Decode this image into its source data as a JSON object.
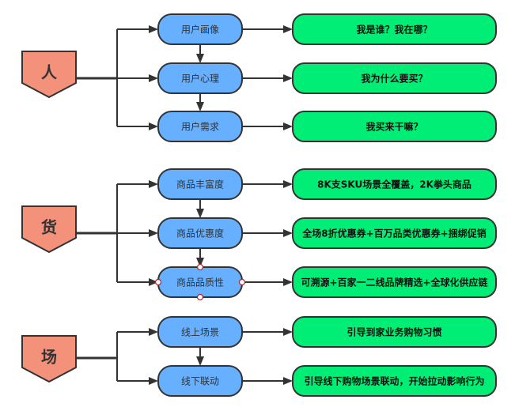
{
  "colors": {
    "category_fill": "#f4917a",
    "middle_fill": "#66b0ff",
    "result_fill": "#00ee76",
    "stroke": "#333333",
    "selection_handle": "#b22222"
  },
  "groups": [
    {
      "category": "人",
      "items": [
        {
          "label": "用户画像",
          "result": "我是谁？我在哪？"
        },
        {
          "label": "用户心理",
          "result": "我为什么要买？"
        },
        {
          "label": "用户需求",
          "result": "我买来干嘛？"
        }
      ]
    },
    {
      "category": "货",
      "items": [
        {
          "label": "商品丰富度",
          "result": "8K支SKU场景全覆盖，2K拳头商品"
        },
        {
          "label": "商品优惠度",
          "result": "全场8折优惠券+百万品类优惠券+捆绑促销"
        },
        {
          "label": "商品品质性",
          "result": "可溯源+百家一二线品牌精选+全球化供应链",
          "selected": true
        }
      ]
    },
    {
      "category": "场",
      "items": [
        {
          "label": "线上场景",
          "result": "引导到家业务购物习惯"
        },
        {
          "label": "线下联动",
          "result": "引导线下购物场景联动，开始拉动影响行为"
        }
      ]
    }
  ]
}
